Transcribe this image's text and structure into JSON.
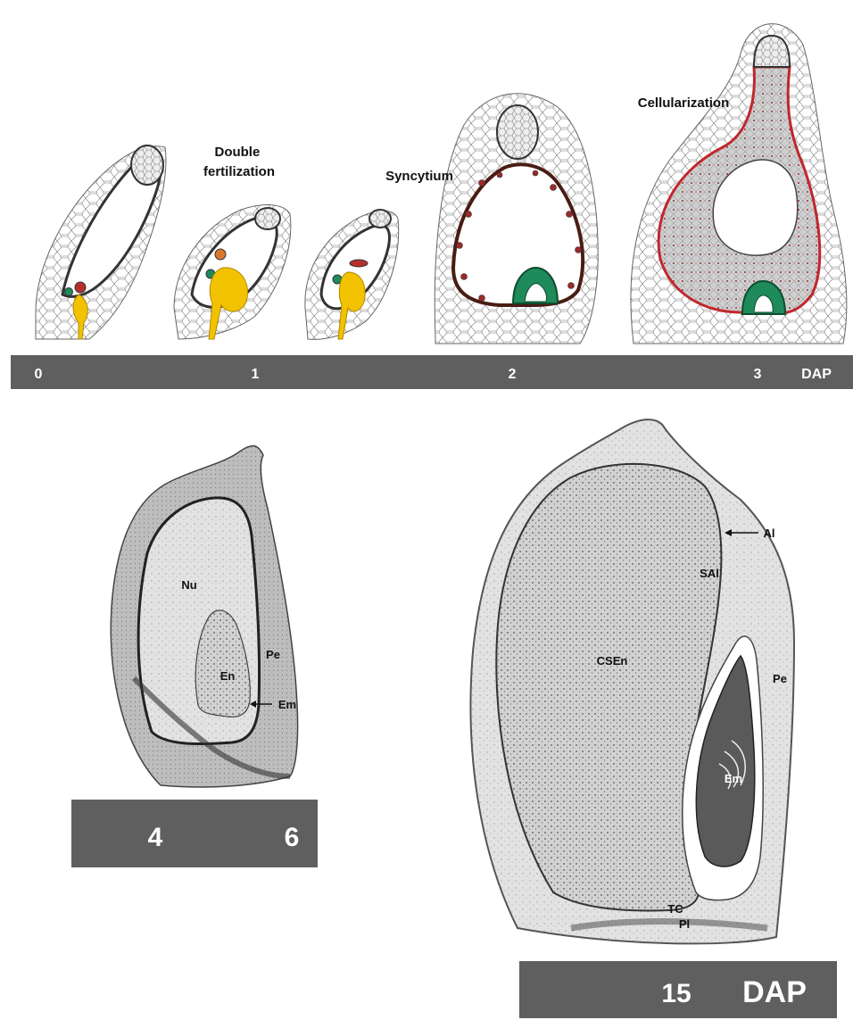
{
  "stage_labels": {
    "double_fertilization": [
      "Double",
      "fertilization"
    ],
    "syncytium": "Syncytium",
    "cellularization": "Cellularization"
  },
  "timeline_top": {
    "ticks": [
      "0",
      "1",
      "2",
      "3"
    ],
    "unit": "DAP"
  },
  "timeline_left": {
    "ticks": [
      "4",
      "6"
    ]
  },
  "timeline_right": {
    "ticks": [
      "15"
    ],
    "unit": "DAP"
  },
  "section_small_labels": {
    "nu": "Nu",
    "en": "En",
    "pe": "Pe",
    "em": "Em"
  },
  "section_large_labels": {
    "al": "Al",
    "sal": "SAl",
    "csen": "CSEn",
    "pe": "Pe",
    "em": "Em",
    "tc": "TC",
    "pl": "Pl"
  },
  "colors": {
    "bar": "#5f5f5f",
    "pollen_tube": "#f2c200",
    "endosperm_outline": "#c0272d",
    "embryo_green": "#1f8a5a",
    "egg_red": "#b5302c"
  }
}
